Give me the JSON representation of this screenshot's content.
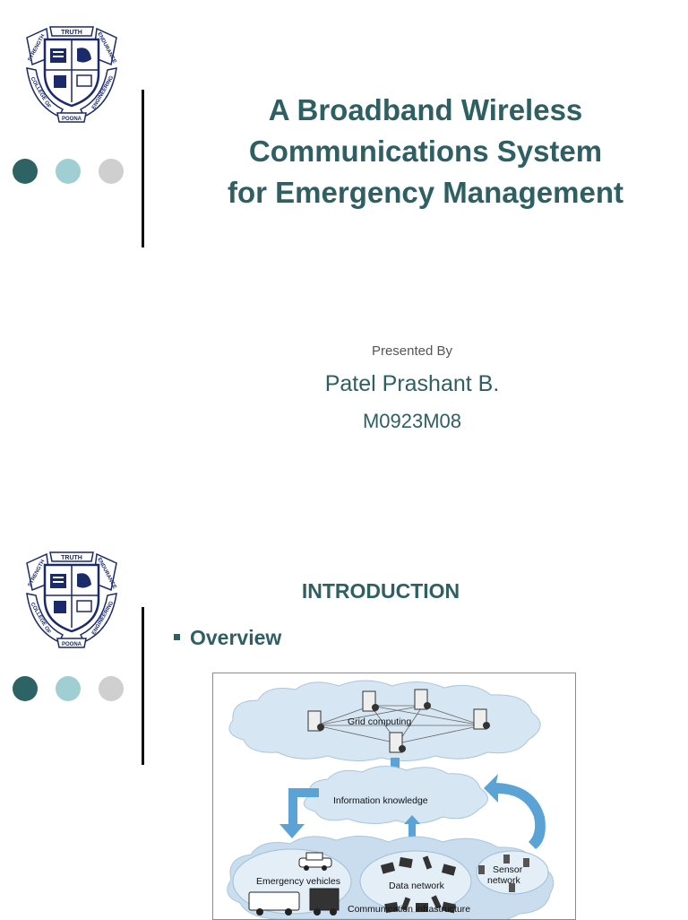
{
  "slide1": {
    "title_lines": [
      "A Broadband Wireless",
      "Communications System",
      "for Emergency Management"
    ],
    "presented_by": "Presented By",
    "presenter_name": "Patel Prashant B.",
    "presenter_id": "M0923M08"
  },
  "slide2": {
    "heading": "INTRODUCTION",
    "bullet": "Overview",
    "figure": {
      "grid_computing": "Grid computing",
      "information_knowledge": "Information knowledge",
      "emergency_vehicles": "Emergency vehicles",
      "data_network": "Data network",
      "sensor_network_line1": "Sensor",
      "sensor_network_line2": "network",
      "communication_infrastructure": "Communication infrastructure"
    }
  },
  "logo": {
    "motto_top": "TRUTH",
    "motto_left": "STRENGTH",
    "motto_right": "ENDURANCE",
    "band_left": "COLLEGE OF",
    "band_right": "ENGINEERING",
    "band_bottom": "POONA"
  },
  "colors": {
    "dot_dark": "#2e6366",
    "dot_mid": "#9fcfd3",
    "dot_light": "#cfcfcf",
    "title_teal": "#2e5f63",
    "cloud_fill": "#d6e6f2",
    "arrow_fill": "#5ba3d6"
  }
}
